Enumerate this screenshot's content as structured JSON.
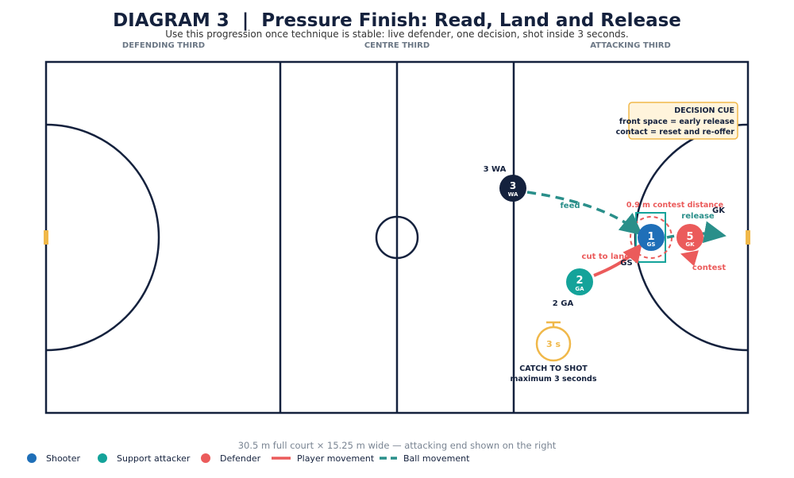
{
  "title": "DIAGRAM 3  |  Pressure Finish: Read, Land and Release",
  "subtitle": "Use this progression once technique is stable: live defender, one decision, shot inside 3 seconds.",
  "zones": {
    "defending": "DEFENDING THIRD",
    "centre": "CENTRE THIRD",
    "attacking": "ATTACKING THIRD"
  },
  "players": {
    "wa": {
      "number": "3",
      "code": "WA",
      "label": "3 WA",
      "role": "Support attacker"
    },
    "ga": {
      "number": "2",
      "code": "GA",
      "label": "2 GA",
      "role": "Support attacker"
    },
    "gs": {
      "number": "1",
      "code": "GS",
      "label": "GS",
      "role": "Shooter"
    },
    "gk": {
      "number": "5",
      "code": "GK",
      "label": "GK",
      "role": "Defender"
    }
  },
  "annotations": {
    "feed": "feed",
    "cut": "cut to land",
    "contest_distance": "0.9 m contest distance",
    "release": "release",
    "contest": "contest"
  },
  "decision_cue": {
    "title": "DECISION CUE",
    "line1": "front space = early release",
    "line2": "contact = reset and re-offer"
  },
  "timer": {
    "label": "3 s",
    "caption1": "CATCH TO SHOT",
    "caption2": "maximum 3 seconds"
  },
  "footer": "30.5 m full court × 15.25 m wide — attacking end shown on the right",
  "legend": [
    {
      "label": "Shooter",
      "kind": "dot",
      "color": "#1f6fb8"
    },
    {
      "label": "Support attacker",
      "kind": "dot",
      "color": "#14a39a"
    },
    {
      "label": "Defender",
      "kind": "dot",
      "color": "#eb5b5b"
    },
    {
      "label": "Player movement",
      "kind": "line",
      "color": "#eb5b5b"
    },
    {
      "label": "Ball movement",
      "kind": "dash",
      "color": "#2a8f8a"
    }
  ],
  "colors": {
    "navy": "#14213d",
    "shooter": "#1f6fb8",
    "support": "#14a39a",
    "defender": "#eb5b5b",
    "ball": "#2a8f8a",
    "timer": "#f0b84a",
    "post": "#f0b84a",
    "cue_bg": "#fff4dc",
    "cue_border": "#f0b84a"
  }
}
